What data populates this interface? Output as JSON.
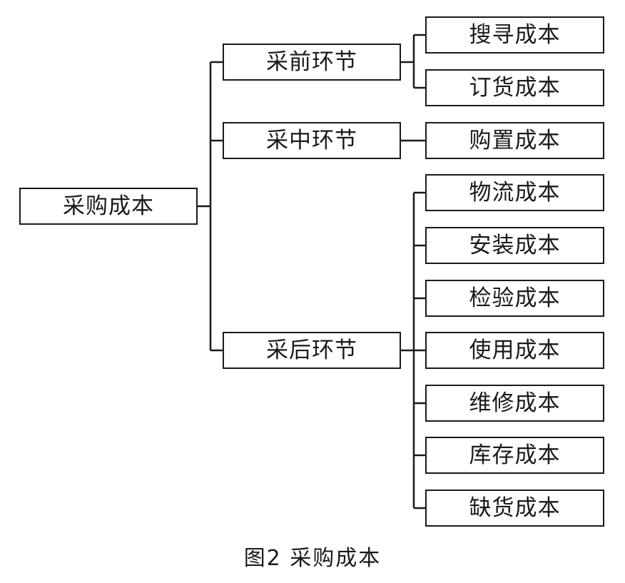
{
  "diagram": {
    "root": {
      "label": "采购成本"
    },
    "stages": [
      {
        "label": "采前环节",
        "costs": [
          "搜寻成本",
          "订货成本"
        ]
      },
      {
        "label": "采中环节",
        "costs": [
          "购置成本"
        ]
      },
      {
        "label": "采后环节",
        "costs": [
          "物流成本",
          "安装成本",
          "检验成本",
          "使用成本",
          "维修成本",
          "库存成本",
          "缺货成本"
        ]
      }
    ]
  },
  "caption": "图2  采购成本"
}
